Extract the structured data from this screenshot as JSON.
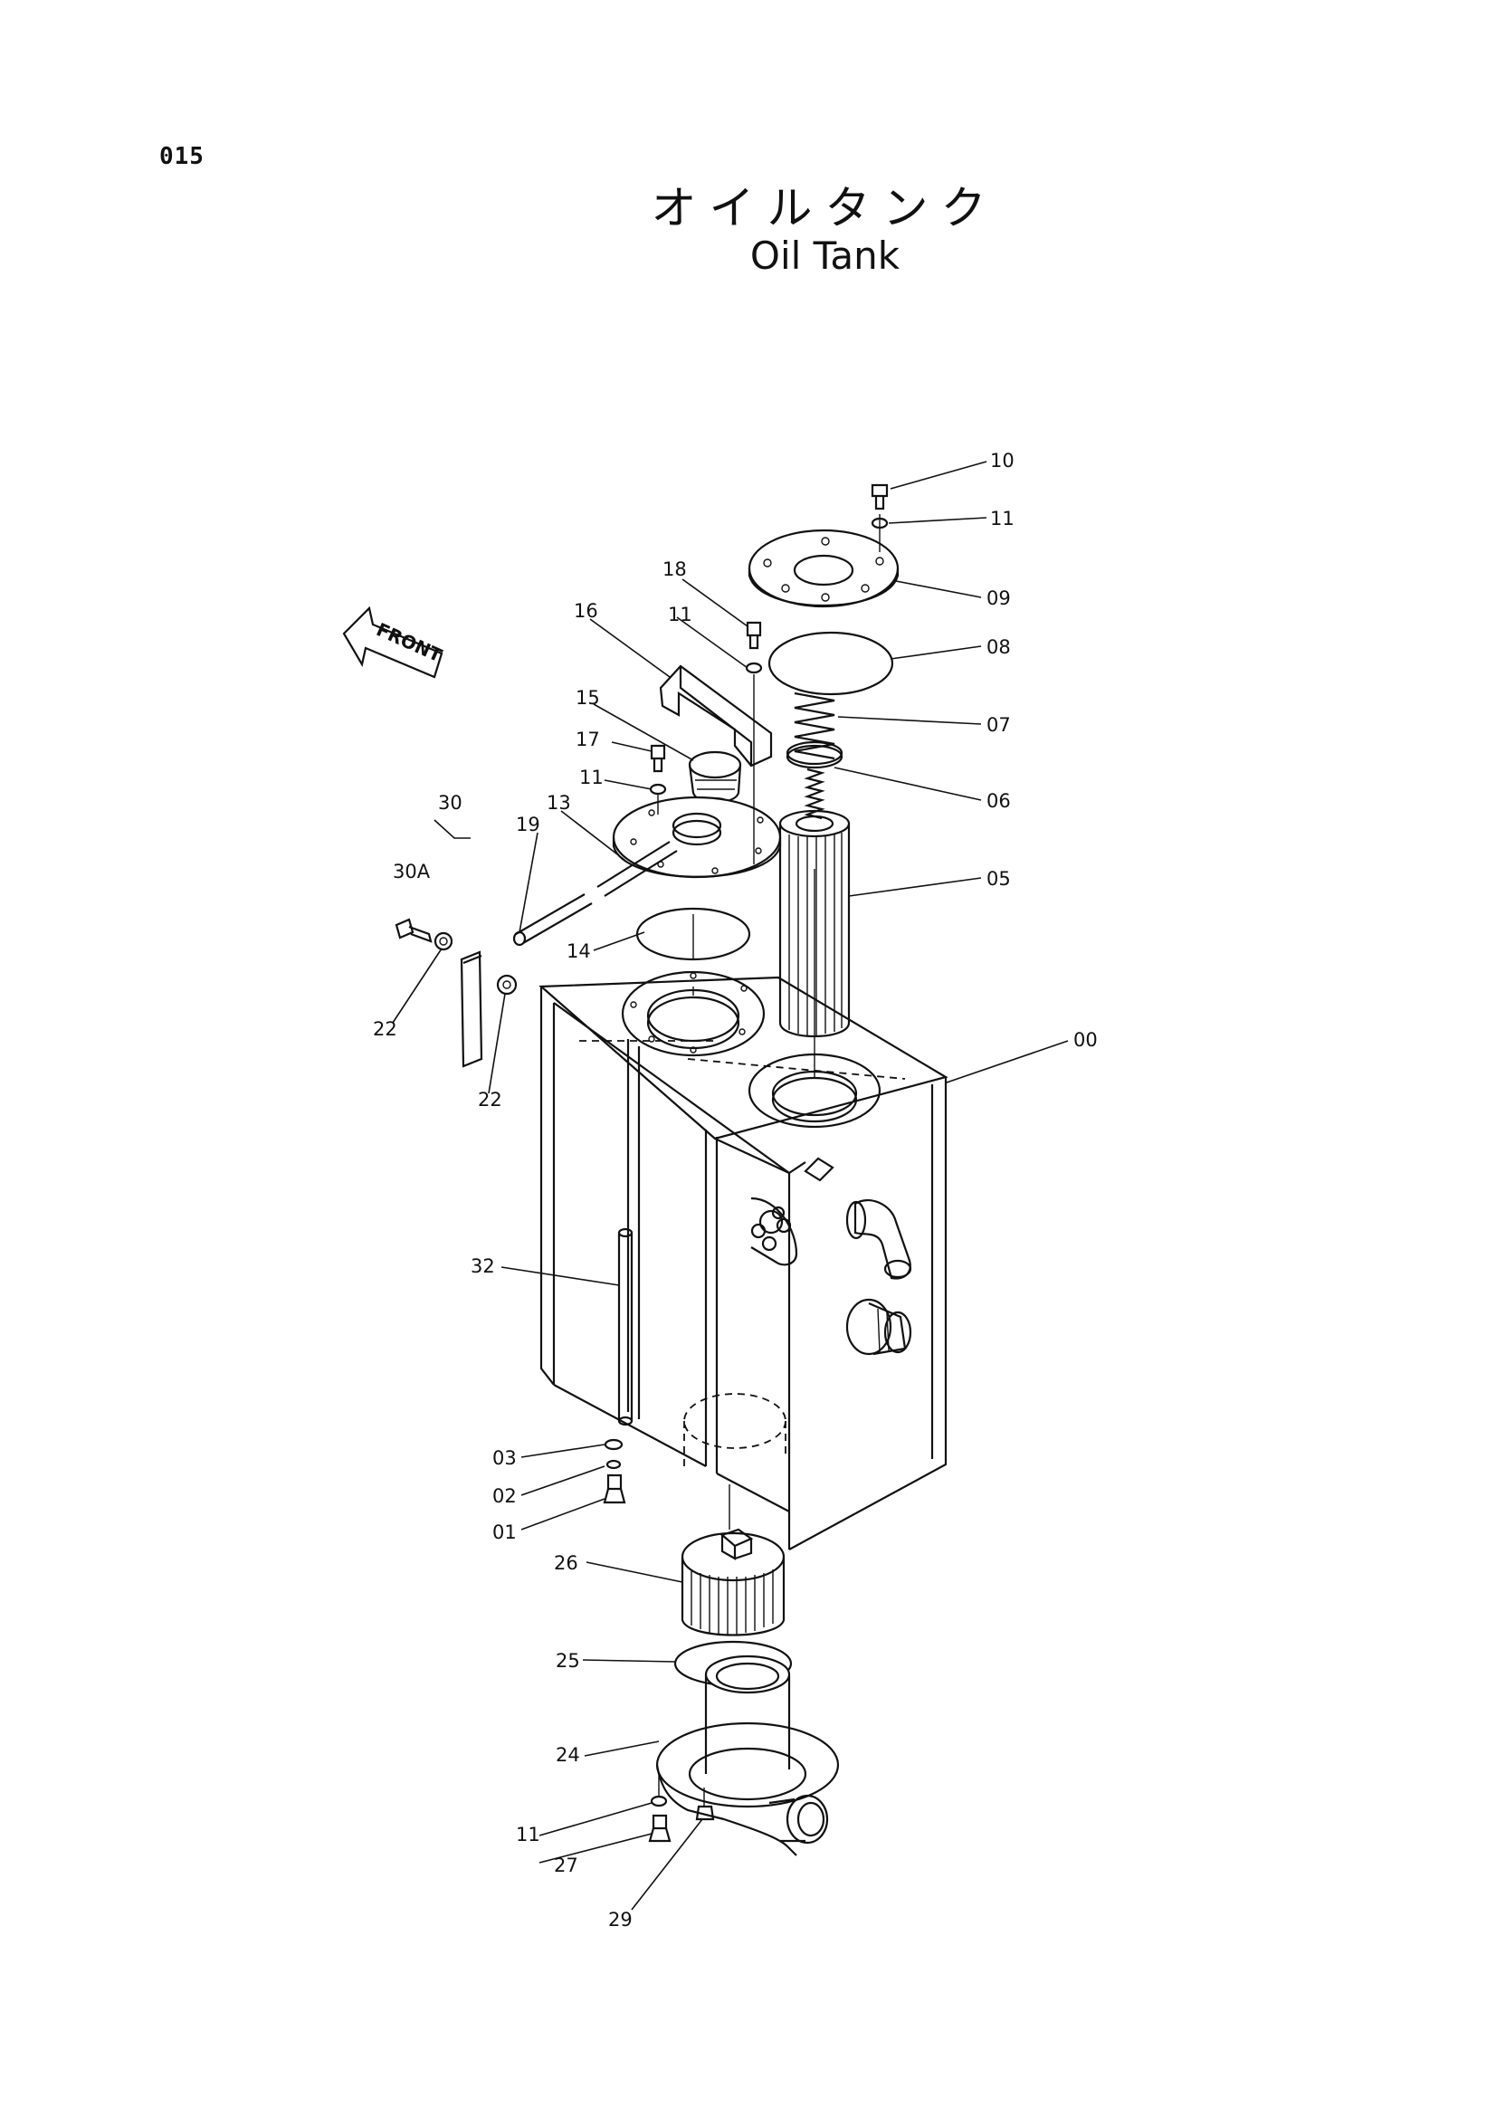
{
  "page_number": "015",
  "title_jp": "オイルタンク",
  "title_en": "Oil Tank",
  "front_marker": "FRONT",
  "callouts": {
    "c10": "10",
    "c11a": "11",
    "c09": "09",
    "c18": "18",
    "c11b": "11",
    "c08": "08",
    "c16": "16",
    "c07": "07",
    "c15": "15",
    "c17": "17",
    "c06": "06",
    "c11c": "11",
    "c30": "30",
    "c13": "13",
    "c19": "19",
    "c30a": "30A",
    "c05": "05",
    "c14": "14",
    "c22a": "22",
    "c22b": "22",
    "c00": "00",
    "c32": "32",
    "c03": "03",
    "c02": "02",
    "c01": "01",
    "c26": "26",
    "c25": "25",
    "c24": "24",
    "c11d": "11",
    "c27": "27",
    "c29": "29"
  }
}
